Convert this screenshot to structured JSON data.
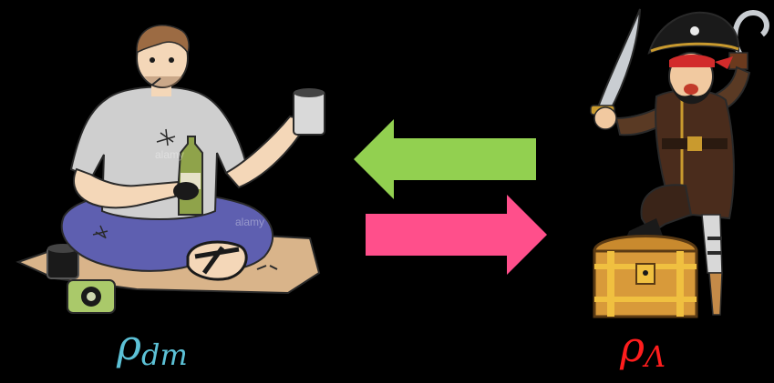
{
  "labels": {
    "dark_matter": {
      "symbol": "ρ",
      "subscript": "dm",
      "color": "#5cc1d6"
    },
    "dark_energy": {
      "symbol": "ρ",
      "subscript": "Λ",
      "color": "#ff1d1d"
    }
  },
  "arrows": [
    {
      "direction": "left",
      "color": "#92d050"
    },
    {
      "direction": "right",
      "color": "#ff4f8b"
    }
  ],
  "illustrations": [
    {
      "name": "sitting-man-illustration"
    },
    {
      "name": "pirate-on-treasure-chest-illustration"
    }
  ],
  "watermarks": [
    "alamy"
  ]
}
